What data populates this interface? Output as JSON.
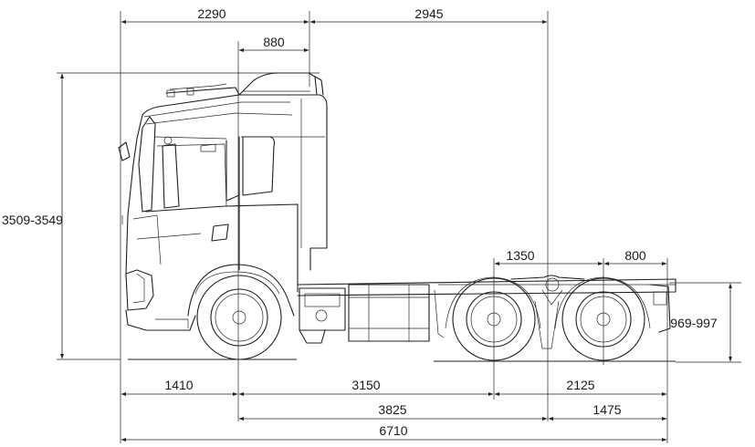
{
  "drawing": {
    "subject": "truck-tractor-side-view",
    "dimensions": {
      "front_overhang_top": "2290",
      "cab_to_axle_top": "2945",
      "bumper_to_front_axle_top": "880",
      "overall_height": "3509-3549",
      "tandem_spacing": "1350",
      "rear_axle_to_frame_end": "800",
      "fifth_wheel_height": "969-997",
      "front_overhang": "1410",
      "wheelbase": "3150",
      "rear_overhang": "2125",
      "front_axle_to_tandem_center": "3825",
      "tandem_center_to_end": "1475",
      "overall_length": "6710"
    },
    "colors": {
      "line": "#1f1f1f",
      "background": "#ffffff"
    }
  }
}
